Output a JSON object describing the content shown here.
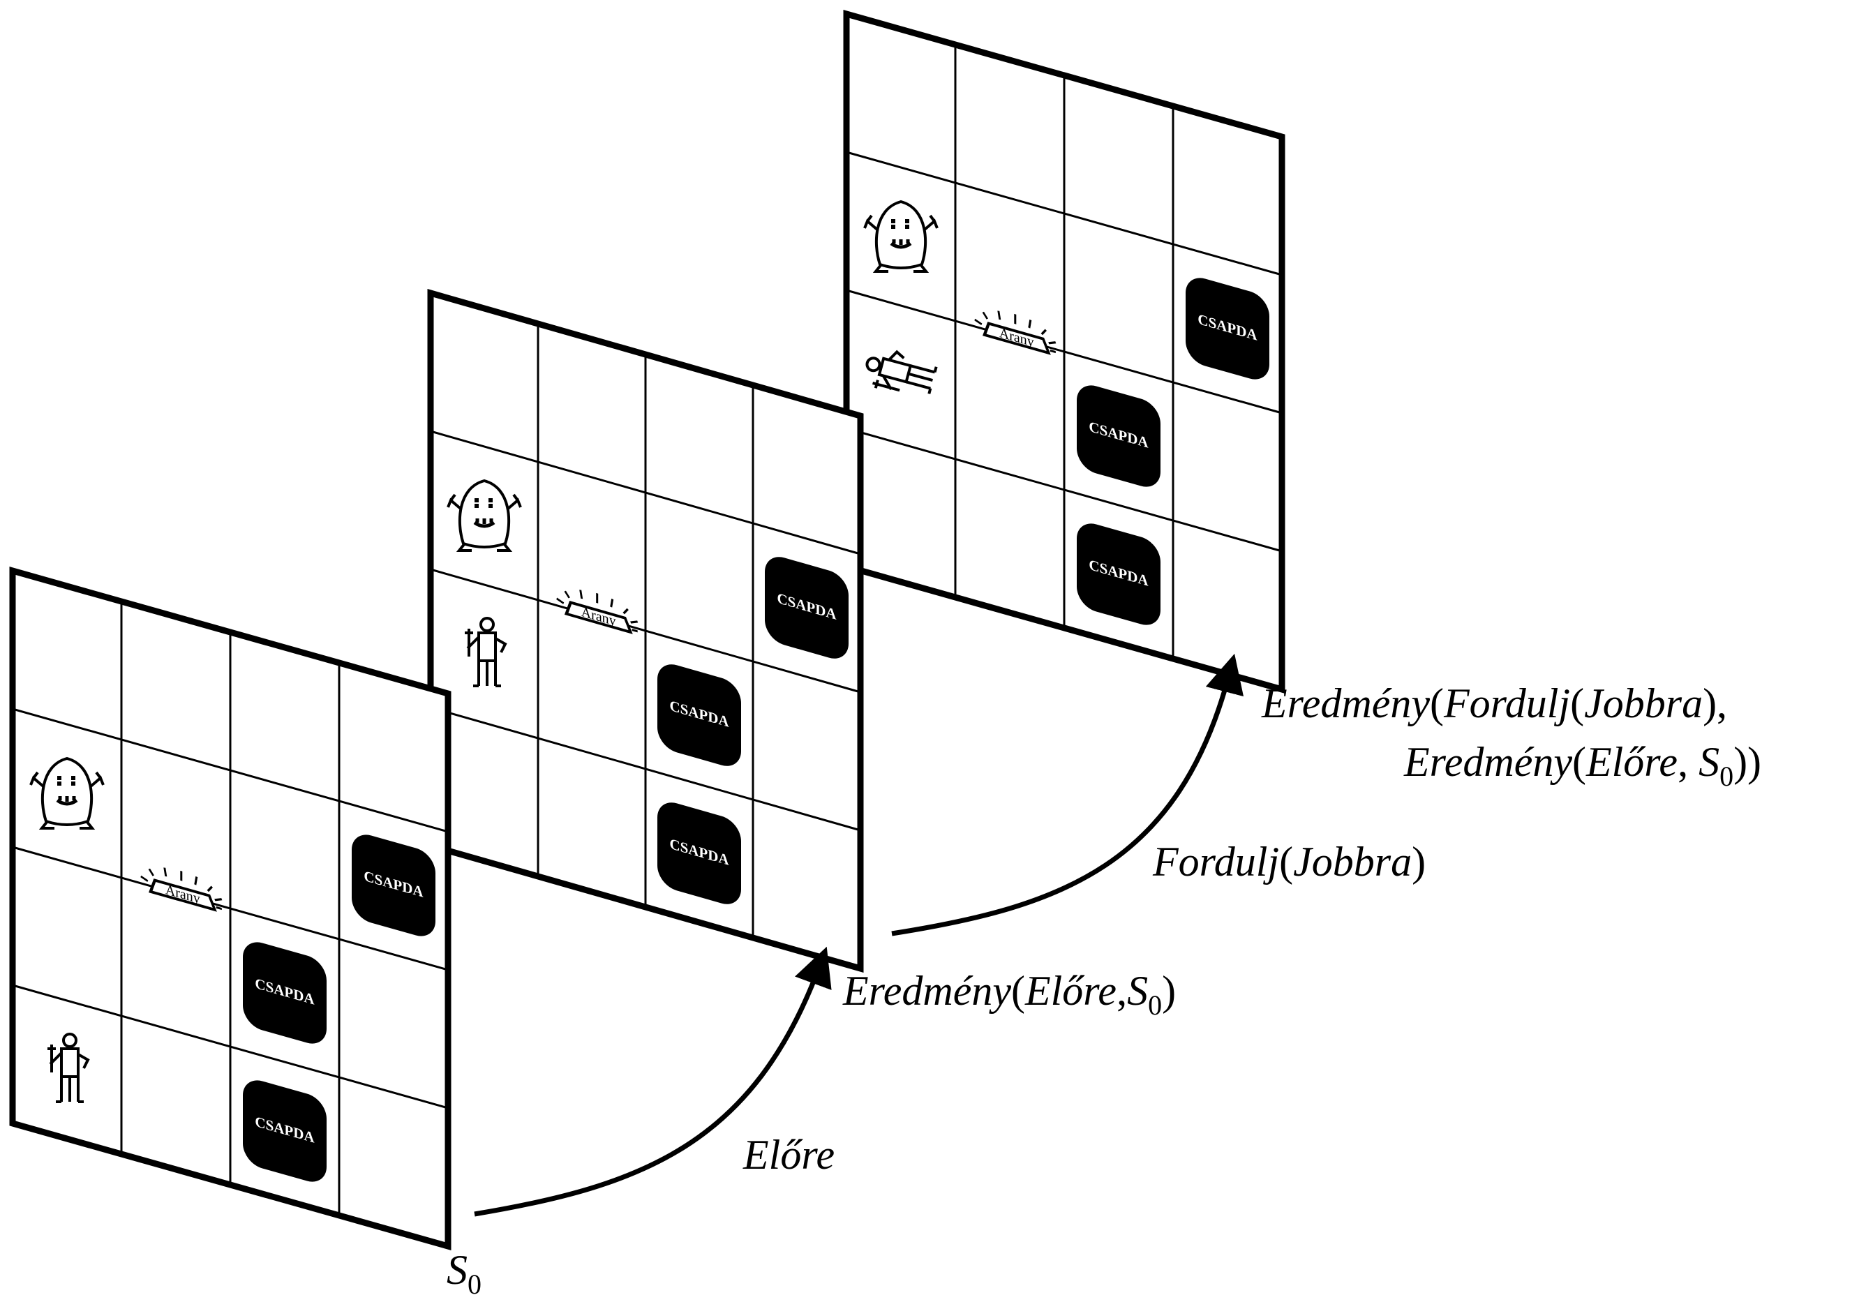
{
  "trap_label": "CSAPDA",
  "gold_label": "Arany",
  "grid_size": 4,
  "states": [
    {
      "id": "S0",
      "label_main": "S",
      "label_sub": "0",
      "wumpus": [
        0,
        1
      ],
      "gold": [
        1,
        2
      ],
      "agent": [
        0,
        3
      ],
      "agent_facing": "right",
      "traps": [
        [
          3,
          1
        ],
        [
          2,
          2
        ],
        [
          2,
          4
        ]
      ]
    },
    {
      "id": "S1",
      "label_parts": [
        "Eredmény",
        "(",
        "Előre",
        ",",
        "S",
        "0",
        ")"
      ],
      "wumpus": [
        0,
        1
      ],
      "gold": [
        1,
        2
      ],
      "agent": [
        0,
        2
      ],
      "agent_facing": "right",
      "traps": [
        [
          3,
          1
        ],
        [
          2,
          2
        ],
        [
          2,
          4
        ]
      ]
    },
    {
      "id": "S2",
      "label_line1": [
        "Eredmény",
        "(",
        "Fordulj",
        "(",
        "Jobbra",
        "),"
      ],
      "label_line2": [
        "Eredmény",
        "(",
        "Előre",
        ", ",
        "S",
        "0",
        "))"
      ],
      "wumpus": [
        0,
        1
      ],
      "gold": [
        1,
        2
      ],
      "agent": [
        0,
        2
      ],
      "agent_facing": "down",
      "traps": [
        [
          3,
          1
        ],
        [
          2,
          2
        ],
        [
          2,
          4
        ]
      ]
    }
  ],
  "actions": [
    {
      "id": "elore",
      "text": "Előre"
    },
    {
      "id": "fordulj",
      "parts": [
        "Fordulj",
        "(",
        "Jobbra",
        ")"
      ]
    }
  ]
}
